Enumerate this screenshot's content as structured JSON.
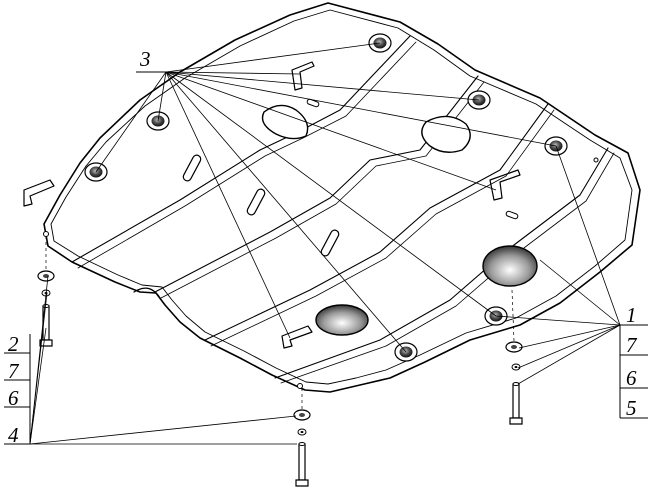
{
  "callouts": {
    "left_column": [
      "2",
      "7",
      "6",
      "4"
    ],
    "right_column": [
      "1",
      "7",
      "6",
      "5"
    ],
    "top": "3"
  },
  "colors": {
    "line": "#000000",
    "background": "#ffffff",
    "hole_fill": "#5a5a5a"
  },
  "icons": {
    "fastener": "bolt-icon",
    "washer": "washer-icon",
    "nut": "nut-icon",
    "grommet": "rubber-grommet-icon",
    "bracket": "bracket-icon"
  }
}
